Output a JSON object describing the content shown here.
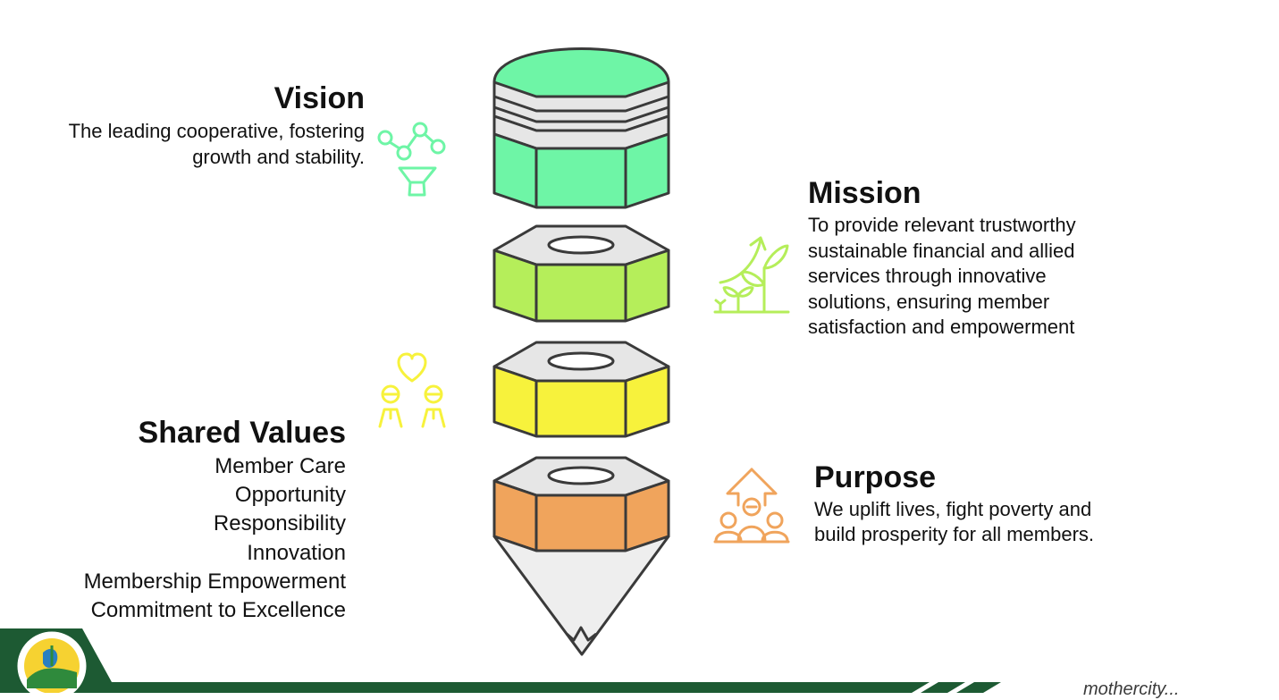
{
  "vision": {
    "title": "Vision",
    "lines": [
      "The leading cooperative, fostering",
      "growth and stability."
    ]
  },
  "mission": {
    "title": "Mission",
    "lines": [
      "To provide relevant trustworthy",
      "sustainable financial and allied",
      "services through innovative",
      "solutions, ensuring member",
      "satisfaction and empowerment"
    ]
  },
  "values": {
    "title": "Shared Values",
    "items": [
      "Member Care",
      "Opportunity",
      "Responsibility",
      "Innovation",
      "Membership Empowerment",
      "Commitment to Excellence"
    ]
  },
  "purpose": {
    "title": "Purpose",
    "lines": [
      "We uplift lives, fight poverty and",
      "build prosperity for all members."
    ]
  },
  "icons": {
    "vision": "growth-network-icon",
    "mission": "plant-growth-icon",
    "values": "shared-love-people-icon",
    "purpose": "community-uplift-icon"
  },
  "colors": {
    "vision": "#6ef5a6",
    "mission": "#b5ee5a",
    "values": "#f7f23c",
    "purpose": "#f0a45c",
    "footer": "#1d5a33"
  },
  "footer": {
    "text": "mothercity..."
  }
}
